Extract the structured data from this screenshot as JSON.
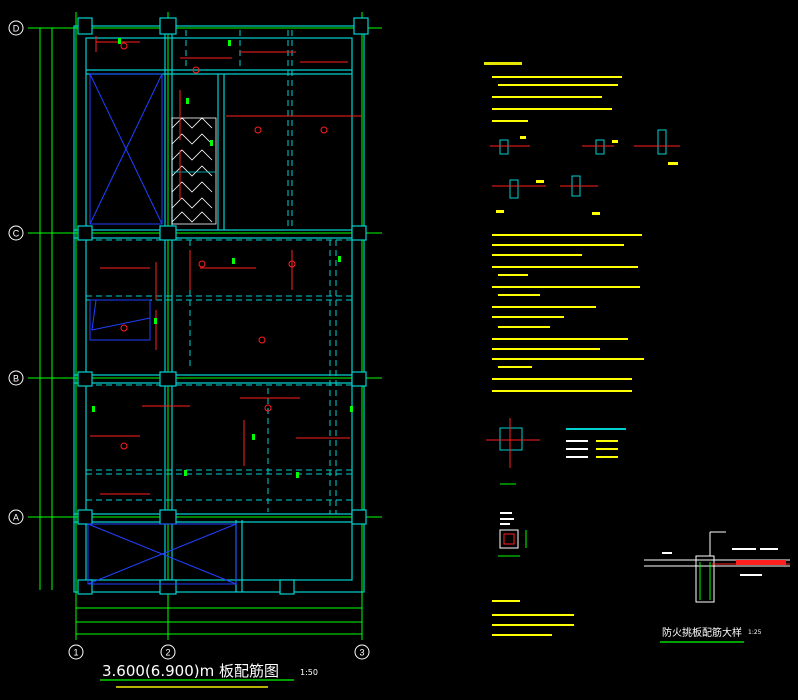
{
  "drawing": {
    "title": "3.600(6.900)m 板配筋图",
    "scale": "1:50",
    "detail_title": "防火挑板配筋大样",
    "detail_scale": "1:25",
    "section_scale": "1:25"
  },
  "axes": {
    "rows": [
      "D",
      "C",
      "B",
      "A"
    ],
    "cols": [
      "1",
      "2",
      "3"
    ]
  },
  "colors": {
    "background": "#000000",
    "beam": "#00d0d0",
    "grid": "#00ff00",
    "rebar": "#ff2020",
    "hatch": "#ffffff",
    "brace": "#2040ff",
    "note": "#ffff00"
  }
}
